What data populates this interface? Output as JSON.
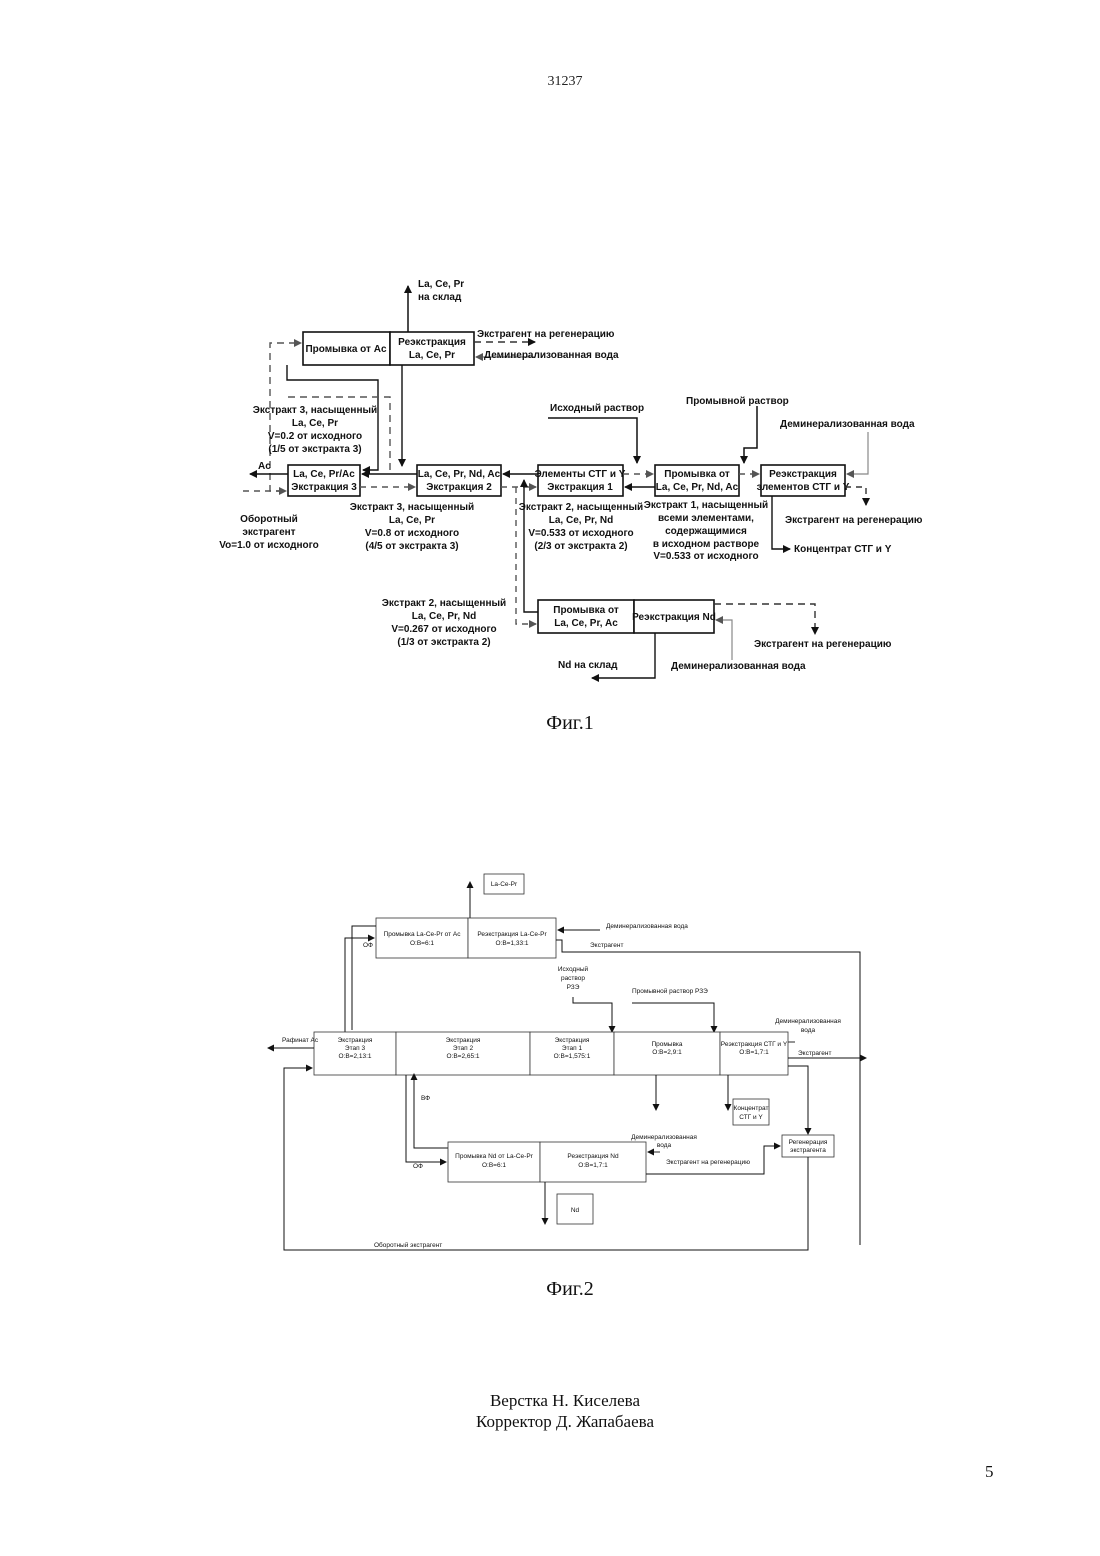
{
  "page": {
    "header_number": "31237",
    "page_number": "5",
    "credits": [
      "Верстка Н. Киселева",
      "Корректор Д. Жапабаева"
    ]
  },
  "fig1": {
    "caption": "Фиг.1",
    "top_product": [
      "La, Ce, Pr",
      "на склад"
    ],
    "box_wash_ac": "Промывка от Ac",
    "box_reext_lacepr": [
      "Реэкстракция",
      "La, Ce, Pr"
    ],
    "label_extr_regen_top": "Экстрагент на регенерацию",
    "label_demin_top": "Деминерализованная вода",
    "label_extract3_top": [
      "Экстракт 3, насыщенный",
      "La, Ce, Pr",
      "V=0.2 от исходного",
      "(1/5 от экстракта 3)"
    ],
    "label_ac": "Ac",
    "box_extr3": [
      "La, Ce, Pr/Ac",
      "Экстракция 3"
    ],
    "box_extr2": [
      "La, Ce, Pr, Nd, Ac",
      "Экстракция 2"
    ],
    "box_extr1": [
      "Элементы СТГ и Y",
      "Экстракция 1"
    ],
    "box_wash_all": [
      "Промывка от",
      "La, Ce, Pr, Nd, Ac"
    ],
    "box_reext_stg": [
      "Реэкстракция",
      "элементов СТГ и Y"
    ],
    "label_feed": "Исходный раствор",
    "label_wash_solution": "Промывной раствор",
    "label_demin_right": "Деминерализованная вода",
    "label_extr_regen_right": "Экстрагент на регенерацию",
    "label_concentrate": "Концентрат СТГ и Y",
    "label_recycle": [
      "Оборотный",
      "экстрагент",
      "Vo=1.0 от исходного"
    ],
    "label_extract3_bottom": [
      "Экстракт 3, насыщенный",
      "La, Ce, Pr",
      "V=0.8 от исходного",
      "(4/5 от экстракта 3)"
    ],
    "label_extract2_a": [
      "Экстракт 2, насыщенный",
      "La, Ce, Pr, Nd",
      "V=0.533 от исходного",
      "(2/3 от экстракта 2)"
    ],
    "label_extract1": [
      "Экстракт 1, насыщенный",
      "всеми элементами,",
      "содержащимися",
      "в исходном растворе",
      "V=0.533 от исходного"
    ],
    "label_extract2_b": [
      "Экстракт 2, насыщенный",
      "La, Ce, Pr, Nd",
      "V=0.267 от исходного",
      "(1/3 от экстракта 2)"
    ],
    "box_wash_nd": [
      "Промывка от",
      "La, Ce, Pr, Ac"
    ],
    "box_reext_nd": "Реэкстракция Nd",
    "label_nd_store": "Nd на склад",
    "label_demin_nd": "Деминерализованная вода",
    "label_extr_regen_nd": "Экстрагент на регенерацию"
  },
  "fig2": {
    "caption": "Фиг.2",
    "box_lacepr": "La-Ce-Pr",
    "top_wash": [
      "Промывка La-Ce-Pr от Ac",
      "O:B=6:1"
    ],
    "top_reext": [
      "Реэкстракция La-Ce-Pr",
      "O:B=1,33:1"
    ],
    "label_demin_top": "Деминерализованная вода",
    "label_extragent_top": "Экстрагент",
    "label_of_top": "ОФ",
    "label_feed": [
      "Исходный",
      "раствор",
      "РЗЭ"
    ],
    "label_wash_solution": "Промывной раствор РЗЭ",
    "label_demin_right": [
      "Деминерализованная",
      "вода"
    ],
    "label_raffinate": "Рафинат Ac",
    "stage3": [
      "Экстракция",
      "Этап 3",
      "O:B=2,13:1"
    ],
    "stage2": [
      "Экстракция",
      "Этап 2",
      "O:B=2,65:1"
    ],
    "stage1": [
      "Экстракция",
      "Этап 1",
      "O:B=1,575:1"
    ],
    "stage_wash": [
      "Промывка",
      "O:B=2,9:1"
    ],
    "stage_reext": [
      "Реэкстракция СТГ и Y",
      "O:B=1,7:1"
    ],
    "label_extragent_right": "Экстрагент",
    "label_vf": "ВФ",
    "box_concentrate": [
      "Концентрат",
      "СТГ и Y"
    ],
    "box_regen": [
      "Регенерация",
      "экстрагента"
    ],
    "label_demin_nd": [
      "Деминерализованная",
      "вода"
    ],
    "nd_wash": [
      "Промывка Nd от La-Ce-Pr",
      "O:B=6:1"
    ],
    "nd_reext": [
      "Реэкстракция Nd",
      "O:B=1,7:1"
    ],
    "label_of_nd": "ОФ",
    "label_extr_regen_nd": "Экстрагент на регенерацию",
    "box_nd": "Nd",
    "label_recycle": "Оборотный экстрагент"
  }
}
